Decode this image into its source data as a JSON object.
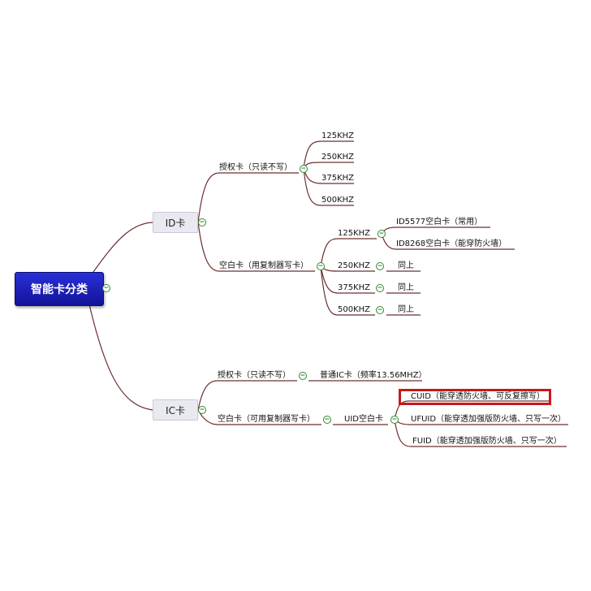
{
  "root": {
    "label": "智能卡分类"
  },
  "id_card": {
    "label": "ID卡",
    "auth_card": {
      "label": "授权卡（只读不写）",
      "freqs": [
        "125KHZ",
        "250KHZ",
        "375KHZ",
        "500KHZ"
      ]
    },
    "blank_card": {
      "label": "空白卡（用复制器写卡）",
      "freq_125": "125KHZ",
      "sub_125": [
        "ID5577空白卡（常用）",
        "ID8268空白卡（能穿防火墙）"
      ],
      "others": [
        {
          "freq": "250KHZ",
          "value": "同上"
        },
        {
          "freq": "375KHZ",
          "value": "同上"
        },
        {
          "freq": "500KHZ",
          "value": "同上"
        }
      ]
    }
  },
  "ic_card": {
    "label": "IC卡",
    "auth_card": {
      "label": "授权卡（只读不写）",
      "value": "普通IC卡（频率13.56MHZ）"
    },
    "blank_card": {
      "label": "空白卡（可用复制器写卡）",
      "uid": "UID空白卡",
      "subs": [
        "CUID（能穿透防火墙、可反复擦写）",
        "UFUID（能穿透加强版防火墙、只写一次）",
        "FUID（能穿透加强版防火墙、只写一次）"
      ]
    }
  }
}
